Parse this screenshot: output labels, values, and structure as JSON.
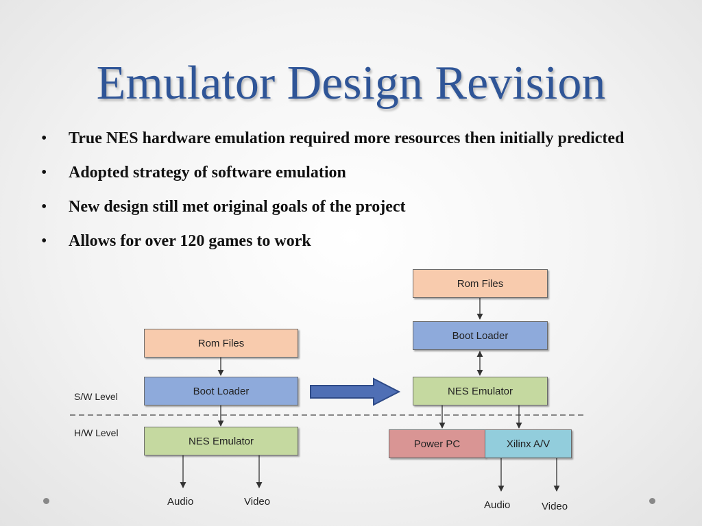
{
  "slide": {
    "title": "Emulator Design Revision",
    "bullets": [
      {
        "bullet": "•",
        "text": "True NES hardware emulation required more resources then initially predicted"
      },
      {
        "bullet": "•",
        "text": "Adopted strategy of software emulation"
      },
      {
        "bullet": "•",
        "text": "New design still met original goals of the project"
      },
      {
        "bullet": "•",
        "text": "Allows for over 120 games to work"
      }
    ]
  },
  "left_diagram": {
    "sw_level": "S/W Level",
    "hw_level": "H/W Level",
    "rom_files": "Rom Files",
    "boot_loader": "Boot Loader",
    "nes_emulator": "NES Emulator",
    "audio": "Audio",
    "video": "Video"
  },
  "right_diagram": {
    "rom_files": "Rom Files",
    "boot_loader": "Boot Loader",
    "nes_emulator": "NES Emulator",
    "power_pc": "Power PC",
    "xilinx": "Xilinx A/V",
    "audio": "Audio",
    "video": "Video"
  },
  "colors": {
    "title": "#2f5597",
    "rom_files": "#f8cbad",
    "boot_loader": "#8eaadb",
    "nes_emulator": "#c5d9a0",
    "power_pc": "#d99594",
    "xilinx": "#92cddc",
    "transition_arrow": "#4f6fb5"
  }
}
